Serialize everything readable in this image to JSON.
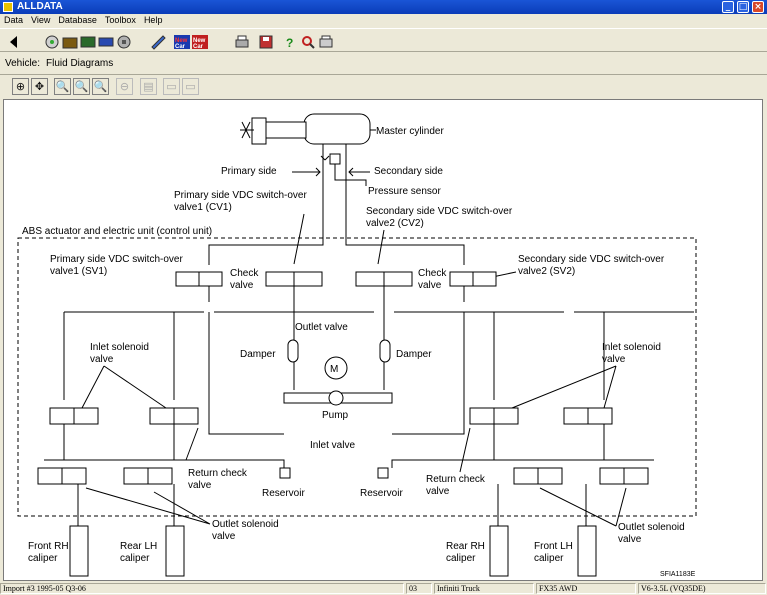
{
  "window": {
    "title": "ALLDATA",
    "min": "_",
    "max": "□",
    "close": "×"
  },
  "menu": [
    "Data",
    "View",
    "Database",
    "Toolbox",
    "Help"
  ],
  "toolbar": {
    "icons": [
      "back-icon",
      "home-icon",
      "folder-icon",
      "vehicle-icon",
      "tsb-icon",
      "parts-icon",
      "notes-icon",
      "new-car-icon",
      "new-car-icon-2",
      "print-icon",
      "save-icon",
      "help-icon",
      "search-icon",
      "print-preview-icon"
    ],
    "new_car_label": "New Car"
  },
  "vehicle": {
    "label": "Vehicle:",
    "value": "Fluid Diagrams"
  },
  "view_tools": [
    "zoom-fit",
    "pan",
    "zoom-in",
    "zoom-area",
    "zoom-out",
    "zoom-reset",
    "print",
    "copy",
    "export"
  ],
  "diagram": {
    "labels": {
      "master_cylinder": "Master cylinder",
      "primary_side": "Primary side",
      "secondary_side": "Secondary side",
      "pressure_sensor": "Pressure sensor",
      "cv1_a": "Primary side VDC switch-over",
      "cv1_b": "valve1 (CV1)",
      "cv2_a": "Secondary side VDC switch-over",
      "cv2_b": "valve2 (CV2)",
      "abs_unit": "ABS actuator and electric unit (control unit)",
      "sv1_a": "Primary side VDC switch-over",
      "sv1_b": "valve1 (SV1)",
      "sv2_a": "Secondary side VDC switch-over",
      "sv2_b": "valve2 (SV2)",
      "check_valve_a": "Check",
      "check_valve_b": "valve",
      "outlet_valve": "Outlet valve",
      "damper": "Damper",
      "inlet_solenoid_a": "Inlet solenoid",
      "inlet_solenoid_b": "valve",
      "pump_motor": "M",
      "pump": "Pump",
      "inlet_valve": "Inlet valve",
      "return_check_a": "Return check",
      "return_check_b": "valve",
      "reservoir": "Reservoir",
      "outlet_solenoid_a": "Outlet solenoid",
      "outlet_solenoid_b": "valve",
      "front_rh_a": "Front RH",
      "front_rh_b": "caliper",
      "rear_lh_a": "Rear LH",
      "rear_lh_b": "caliper",
      "rear_rh_a": "Rear RH",
      "rear_rh_b": "caliper",
      "front_lh_a": "Front LH",
      "front_lh_b": "caliper",
      "figure_id": "SFIA1183E"
    }
  },
  "status": {
    "left": "Import #3 1995-05 Q3-06",
    "num": "03",
    "make": "Infiniti Truck",
    "model": "FX35 AWD",
    "engine": "V6-3.5L (VQ35DE)"
  }
}
